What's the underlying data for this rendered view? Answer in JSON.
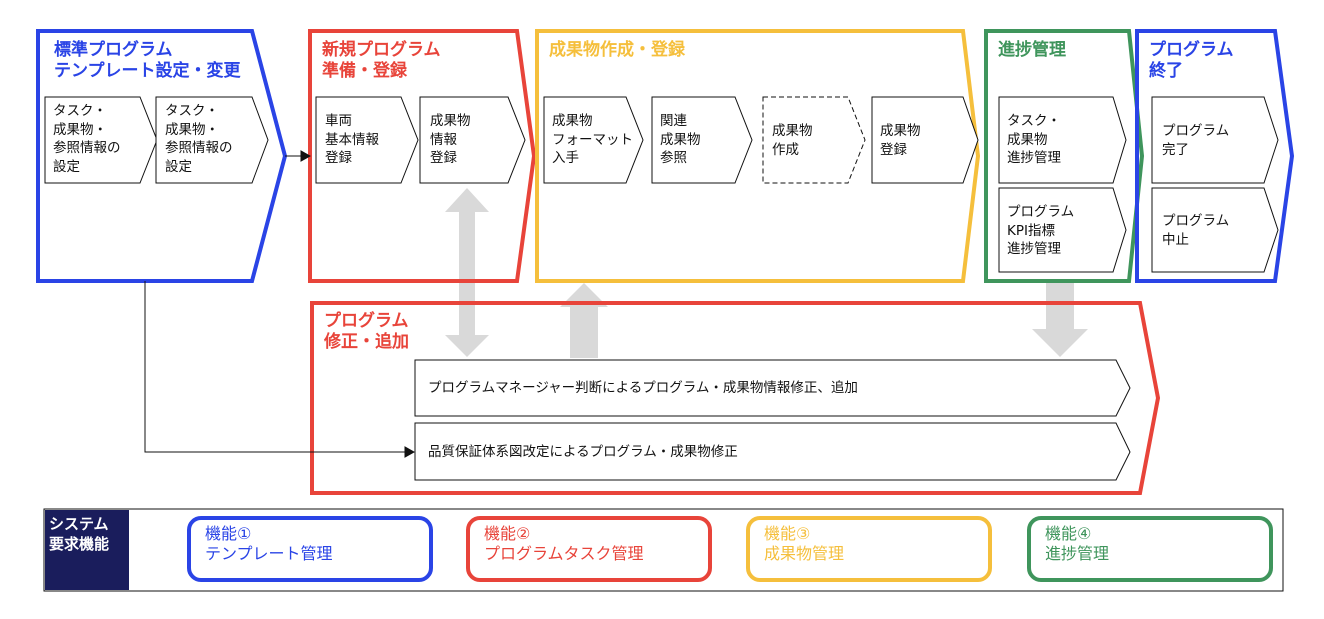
{
  "colors": {
    "blue": "#2a44e6",
    "red": "#e8443a",
    "yellow": "#f5bf3c",
    "green": "#3f955c",
    "navy": "#1a1d5c",
    "arrow_gray": "#d9d9d9"
  },
  "phases": {
    "template": {
      "title": "標準プログラム\nテンプレート設定・変更",
      "steps": [
        "タスク・\n成果物・\n参照情報の\n設定",
        "タスク・\n成果物・\n参照情報の\n設定"
      ]
    },
    "new_program": {
      "title": "新規プログラム\n準備・登録",
      "steps": [
        "車両\n基本情報\n登録",
        "成果物\n情報\n登録"
      ]
    },
    "deliverable": {
      "title": "成果物作成・登録",
      "steps": [
        "成果物\nフォーマット\n入手",
        "関連\n成果物\n参照",
        "成果物\n作成",
        "成果物\n登録"
      ]
    },
    "progress": {
      "title": "進捗管理",
      "steps": [
        "タスク・\n成果物\n進捗管理",
        "プログラム\nKPI指標\n進捗管理"
      ]
    },
    "end": {
      "title": "プログラム\n終了",
      "steps": [
        "プログラム\n完了",
        "プログラム\n中止"
      ]
    },
    "modify": {
      "title": "プログラム\n修正・追加",
      "bars": [
        "プログラムマネージャー判断によるプログラム・成果物情報修正、追加",
        "品質保証体系図改定によるプログラム・成果物修正"
      ]
    }
  },
  "legend": {
    "header": "システム\n要求機能",
    "items": [
      {
        "text": "機能①\nテンプレート管理"
      },
      {
        "text": "機能②\nプログラムタスク管理"
      },
      {
        "text": "機能③\n成果物管理"
      },
      {
        "text": "機能④\n進捗管理"
      }
    ]
  }
}
